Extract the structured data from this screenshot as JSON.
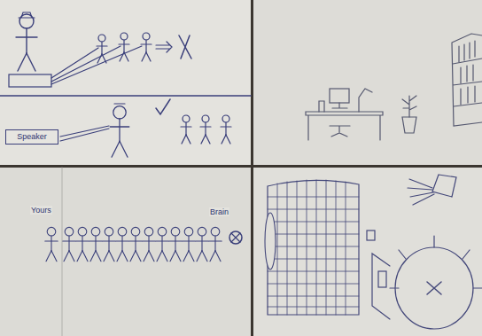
{
  "diagram": {
    "nodes": [
      {
        "text": [
          "Speaker"
        ]
      }
    ],
    "labels": [
      "Yours",
      "Brain"
    ]
  }
}
